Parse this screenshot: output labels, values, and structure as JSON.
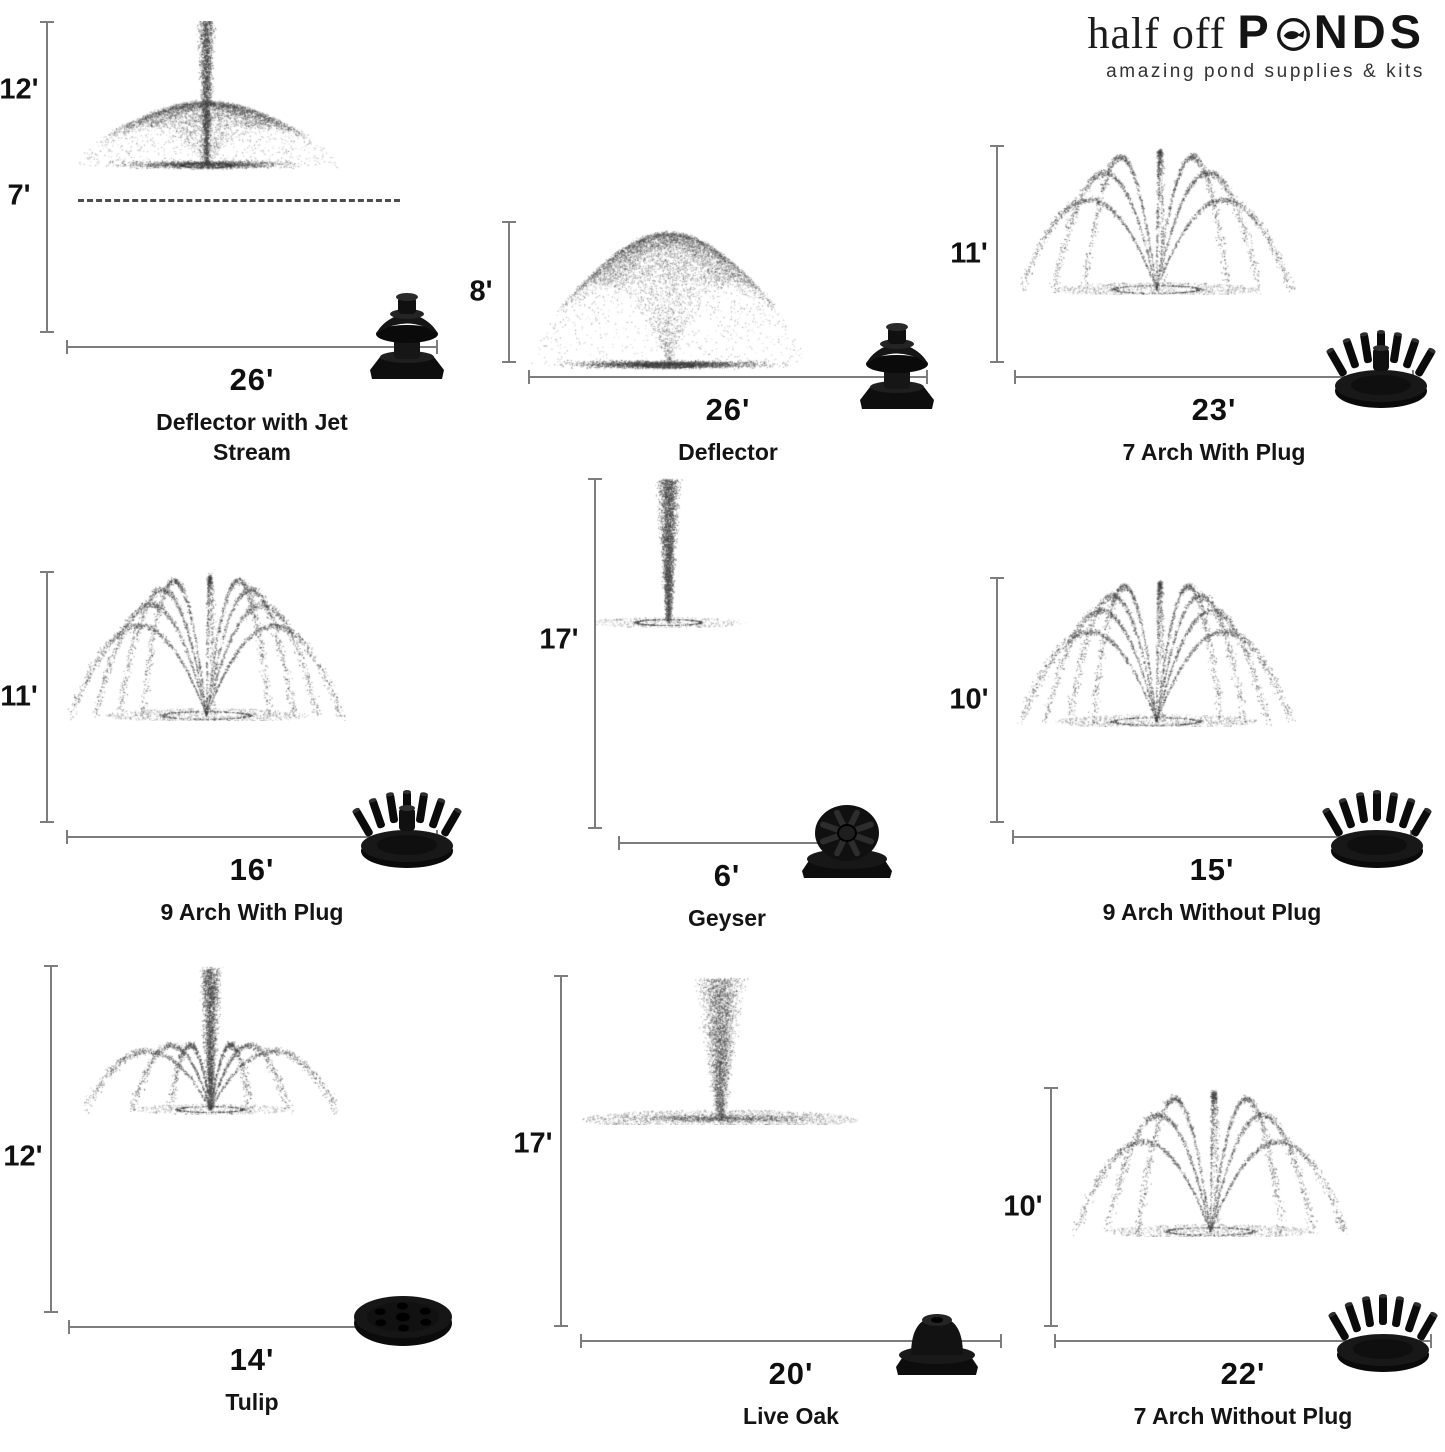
{
  "logo": {
    "brand_light": "half off",
    "brand_bold_pre": "P",
    "brand_bold_post": "NDS",
    "tagline": "amazing pond supplies & kits"
  },
  "fountains": [
    {
      "name": "Deflector with Jet Stream",
      "type": "deflector-jet",
      "nozzle": "deflector-nozzle",
      "height": "12'",
      "height_secondary": "7'",
      "width": "26'"
    },
    {
      "name": "Deflector",
      "type": "deflector",
      "nozzle": "deflector-nozzle",
      "height": "8'",
      "width": "26'"
    },
    {
      "name": "7 Arch With Plug",
      "type": "arch7",
      "nozzle": "arch-plug-nozzle",
      "height": "11'",
      "width": "23'"
    },
    {
      "name": "9 Arch With Plug",
      "type": "arch9",
      "nozzle": "arch-plug-nozzle",
      "height": "11'",
      "width": "16'"
    },
    {
      "name": "Geyser",
      "type": "geyser",
      "nozzle": "geyser-nozzle",
      "height": "17'",
      "width": "6'"
    },
    {
      "name": "9 Arch Without Plug",
      "type": "arch9",
      "nozzle": "arch-noplug-nozzle",
      "height": "10'",
      "width": "15'"
    },
    {
      "name": "Tulip",
      "type": "tulip",
      "nozzle": "tulip-nozzle",
      "height": "12'",
      "width": "14'"
    },
    {
      "name": "Live Oak",
      "type": "liveoak",
      "nozzle": "liveoak-nozzle",
      "height": "17'",
      "width": "20'"
    },
    {
      "name": "7 Arch Without Plug",
      "type": "arch7",
      "nozzle": "arch-noplug-nozzle",
      "height": "10'",
      "width": "22'"
    }
  ],
  "colors": {
    "text": "#141414",
    "dimension_line": "#7d7d7d",
    "spray_dots": "#3f3f3f",
    "nozzle_black": "#0d0d0d"
  }
}
